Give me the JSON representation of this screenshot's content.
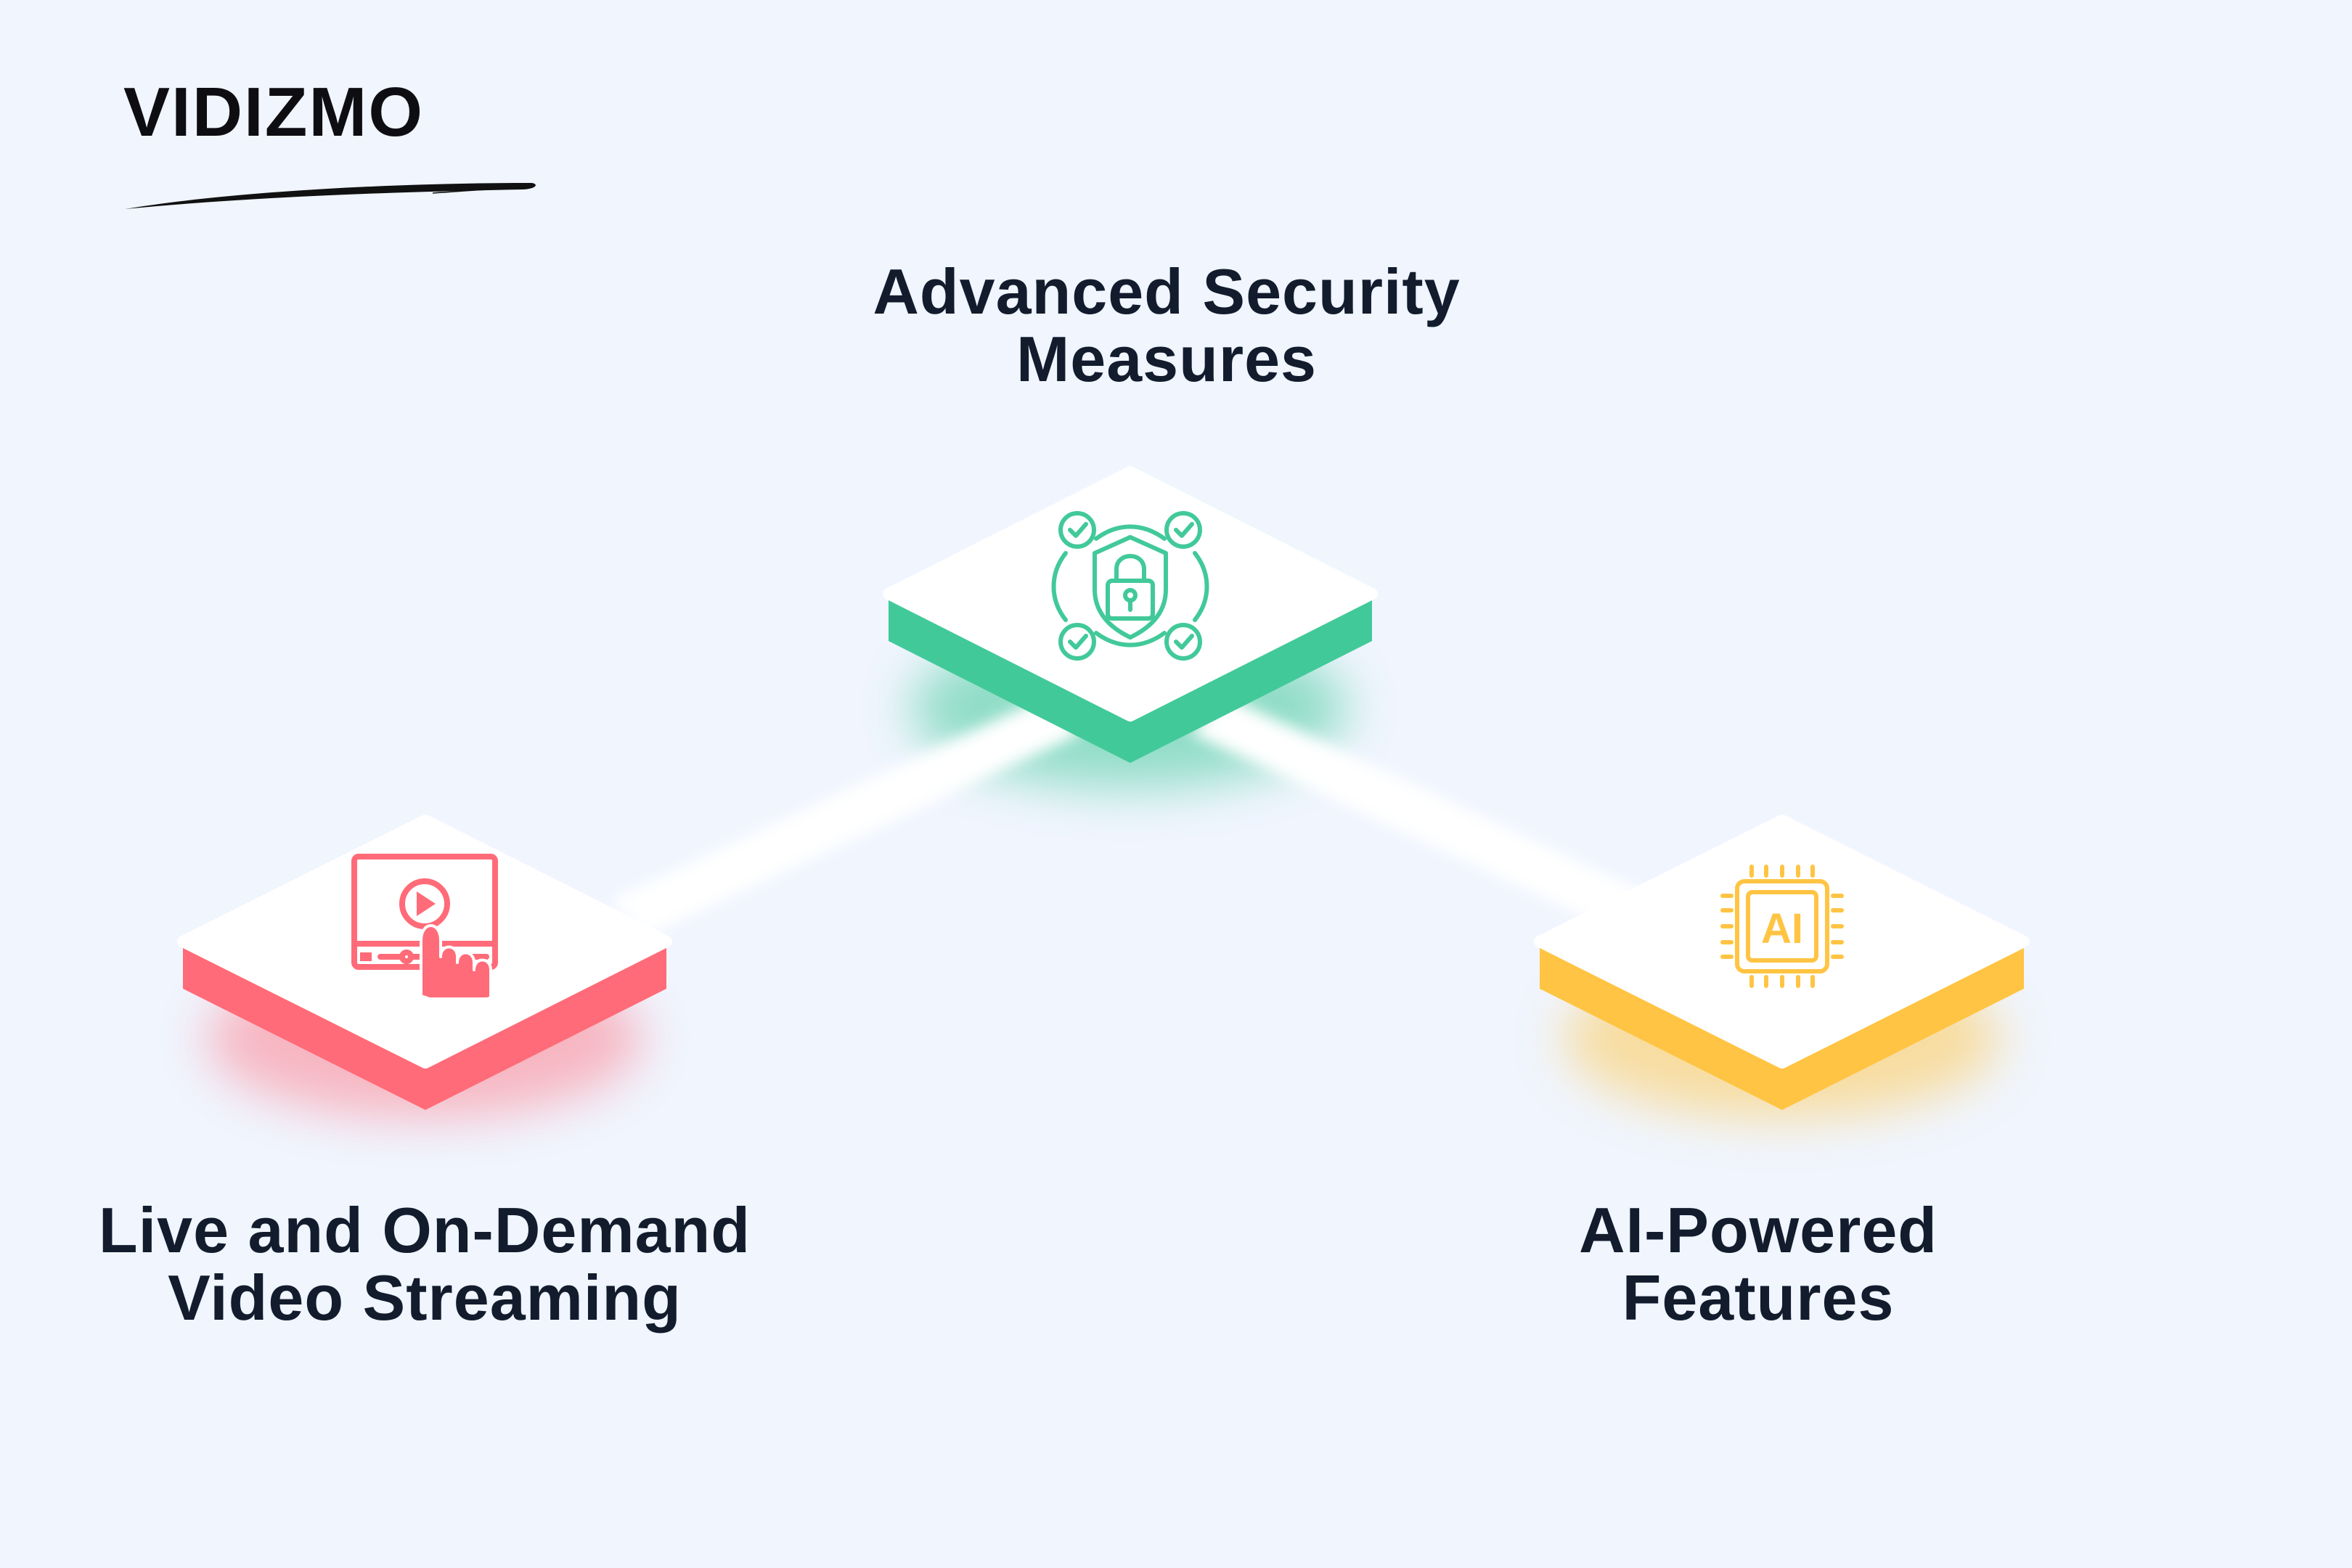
{
  "brand": {
    "name": "VIDIZMO"
  },
  "features": [
    {
      "id": "streaming",
      "line1": "Live and On-Demand",
      "line2": "Video Streaming",
      "color": "#ff6b78",
      "icon": "video-play-touch-icon"
    },
    {
      "id": "security",
      "line1": "Advanced Security",
      "line2": "Measures",
      "color": "#42c99a",
      "icon": "security-lock-shield-icon"
    },
    {
      "id": "ai",
      "line1": "AI-Powered",
      "line2": "Features",
      "color": "#ffc443",
      "icon": "ai-chip-icon",
      "icon_text": "AI"
    }
  ]
}
